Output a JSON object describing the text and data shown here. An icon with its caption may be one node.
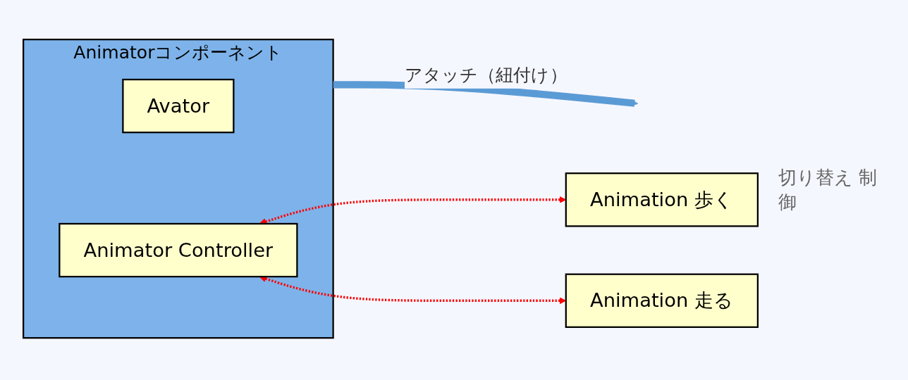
{
  "diagram": {
    "nodes": [
      {
        "text": [
          "Animatorコンポーネント"
        ]
      },
      {
        "text": [
          "Avator"
        ],
        "in": 0
      },
      {
        "text": [
          "Animator Controller"
        ],
        "in": 0
      },
      {
        "text": [
          "Animation 歩く"
        ]
      },
      {
        "text": [
          "Animation 走る"
        ]
      }
    ],
    "edges": [
      {
        "from": 0,
        "to": null,
        "arrow": "to",
        "label": "アタッチ（紐付け）",
        "style": "thick",
        "color": "#5b9bd5"
      },
      {
        "from": 2,
        "to": 3,
        "arrow": "both",
        "style": "dashed",
        "color": "#ff0000"
      },
      {
        "from": 2,
        "to": 4,
        "arrow": "both",
        "style": "dashed",
        "color": "#ff0000"
      }
    ],
    "labels": [
      "切り替え 制御"
    ]
  }
}
